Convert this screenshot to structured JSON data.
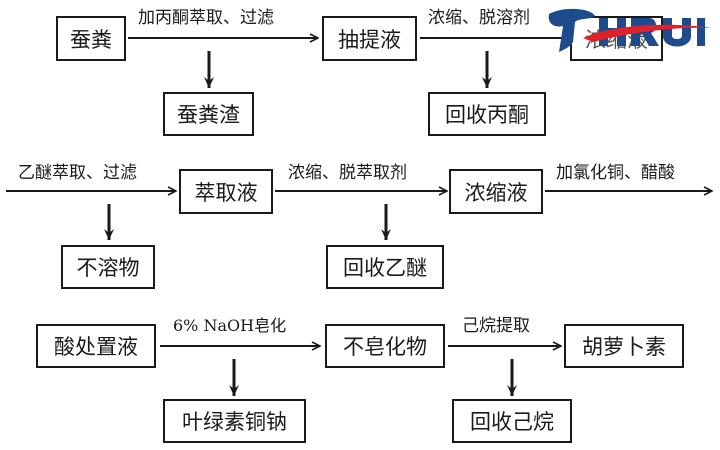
{
  "diagram": {
    "title": "",
    "rows": [
      {
        "nodes": [
          "蚕粪",
          "抽提液",
          "浓缩液"
        ],
        "steps": [
          "加丙酮萃取、过滤",
          "浓缩、脱溶剂"
        ],
        "byproducts": [
          "蚕粪渣",
          "回收丙酮"
        ]
      },
      {
        "nodes": [
          "萃取液",
          "浓缩液"
        ],
        "steps": [
          "乙醚萃取、过滤",
          "浓缩、脱萃取剂",
          "加氯化铜、醋酸"
        ],
        "byproducts": [
          "不溶物",
          "回收乙醚"
        ]
      },
      {
        "nodes": [
          "酸处置液",
          "不皂化物",
          "胡萝卜素"
        ],
        "steps": [
          "6% NaOH皂化",
          "己烷提取"
        ],
        "byproducts": [
          "叶绿素铜钠",
          "回收己烷"
        ]
      }
    ],
    "logo": {
      "text": "HRUI",
      "color": "#1e4b8c",
      "swoosh_color": "#e0202a"
    }
  }
}
